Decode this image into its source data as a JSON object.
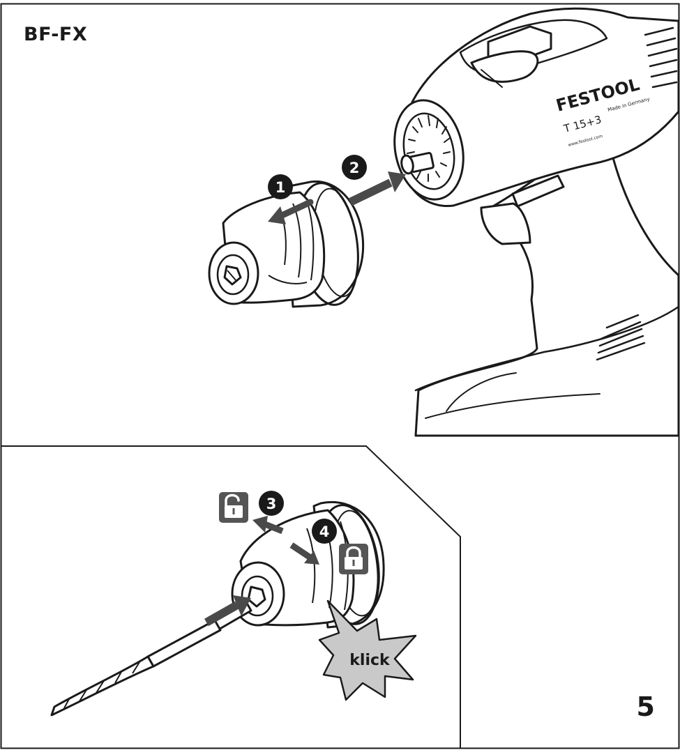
{
  "header": {
    "model": "BF-FX"
  },
  "figure_number": "5",
  "drill": {
    "brand": "FESTOOL",
    "model_label": "T 15+3",
    "origin": "Made in Germany",
    "web": "www.festool.com"
  },
  "steps": [
    {
      "number": "1"
    },
    {
      "number": "2"
    },
    {
      "number": "3"
    },
    {
      "number": "4"
    }
  ],
  "callout": {
    "text": "klick"
  },
  "colors": {
    "line": "#1a1a1a",
    "badge": "#1a1a1a",
    "arrow": "#4a4a4a",
    "callout_fill": "#c9c9c9",
    "icon_fill": "#555555"
  },
  "icons": [
    "unlock-icon",
    "lock-icon"
  ]
}
